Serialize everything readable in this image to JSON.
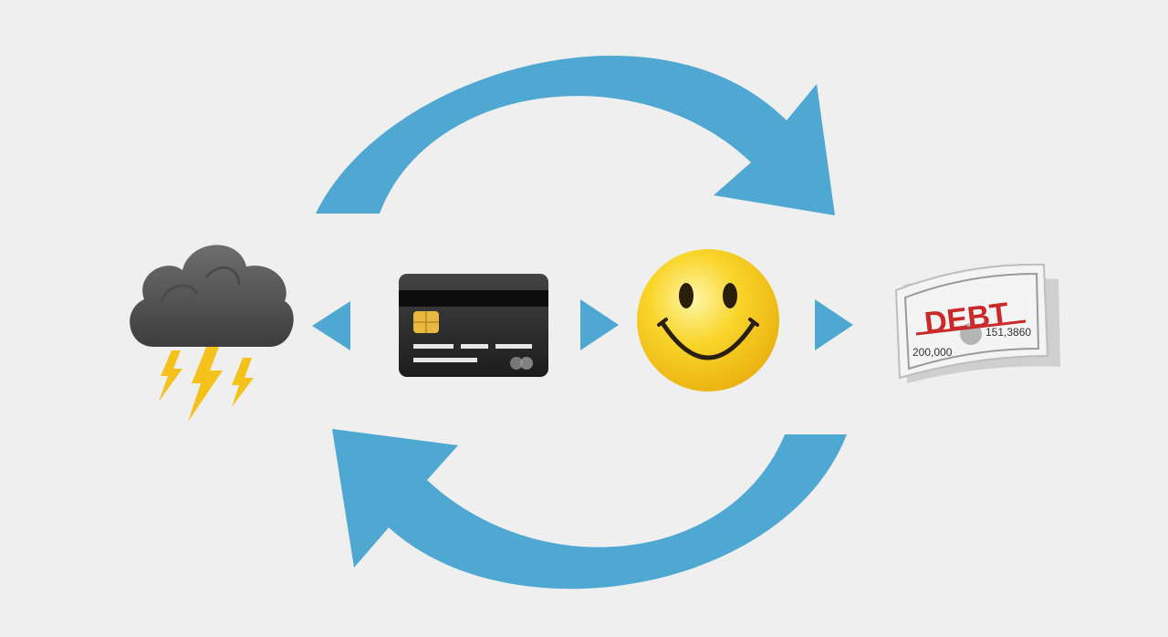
{
  "colors": {
    "background": "#efefef",
    "cycle_arrow": "#4fa8d2",
    "pointer_arrow": "#4fa8d2",
    "cloud": "#5c5c5c",
    "lightning": "#f5c21c",
    "card": "#2b2b2b",
    "chip": "#e9b840",
    "smiley": "#f7cd1e",
    "debt_text": "#cc2a2a"
  },
  "icons": [
    "storm-cloud-icon",
    "credit-card-icon",
    "smiley-face-icon",
    "debt-bill-icon"
  ],
  "debt_bill": {
    "word": "DEBT",
    "amount_left": "200,000",
    "amount_right": "151,3860"
  }
}
